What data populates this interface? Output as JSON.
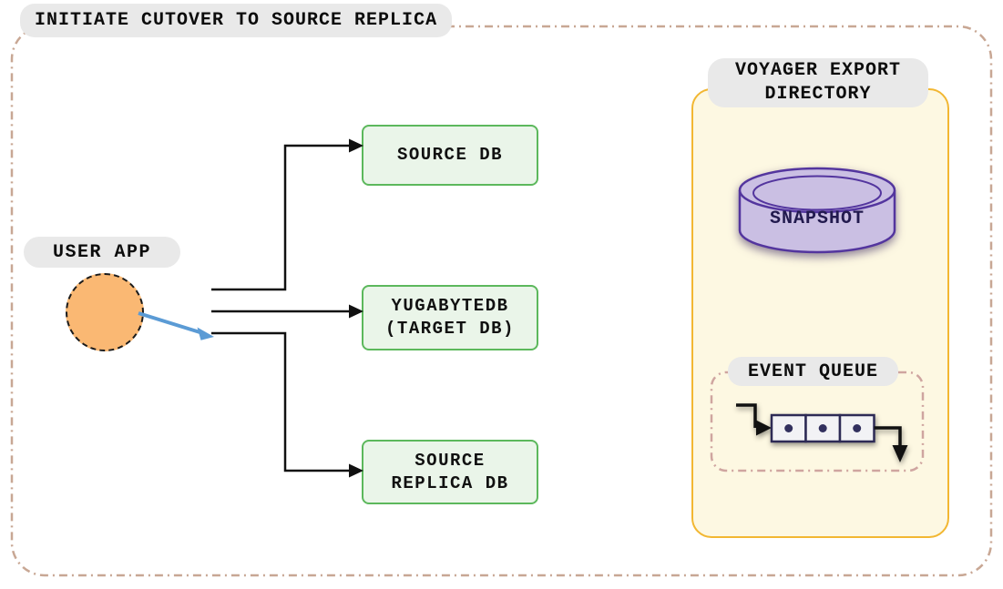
{
  "title": "INITIATE CUTOVER TO SOURCE REPLICA",
  "user_app": {
    "label": "USER APP",
    "icon": "person-circle-icon"
  },
  "databases": [
    {
      "line1": "SOURCE DB",
      "line2": ""
    },
    {
      "line1": "YUGABYTEDB",
      "line2": "(TARGET DB)"
    },
    {
      "line1": "SOURCE",
      "line2": "REPLICA DB"
    }
  ],
  "connections": {
    "from_user_app": [
      "SOURCE DB",
      "YUGABYTEDB (TARGET DB)",
      "SOURCE REPLICA DB"
    ],
    "cutover_arrow_target": "SOURCE REPLICA DB"
  },
  "export_directory": {
    "label_line1": "VOYAGER EXPORT",
    "label_line2": "DIRECTORY",
    "snapshot": {
      "label": "SNAPSHOT",
      "icon": "database-cylinder-icon"
    },
    "event_queue": {
      "label": "EVENT QUEUE",
      "icon": "queue-flow-icon",
      "item_count": 3
    }
  },
  "colors": {
    "outer_border": "#c8a794",
    "pill_bg": "#e9e9e9",
    "db_box_fill": "#eaf5e9",
    "db_box_border": "#5cb85c",
    "user_circle_fill": "#fab873",
    "cutover_arrow_blue": "#5b9bd5",
    "connector_black": "#111111",
    "panel_fill": "#fdf8e2",
    "panel_border": "#f2b732",
    "snapshot_fill": "#cabfe3",
    "snapshot_border": "#53359e",
    "queue_dash_border": "#cfa5a0"
  }
}
